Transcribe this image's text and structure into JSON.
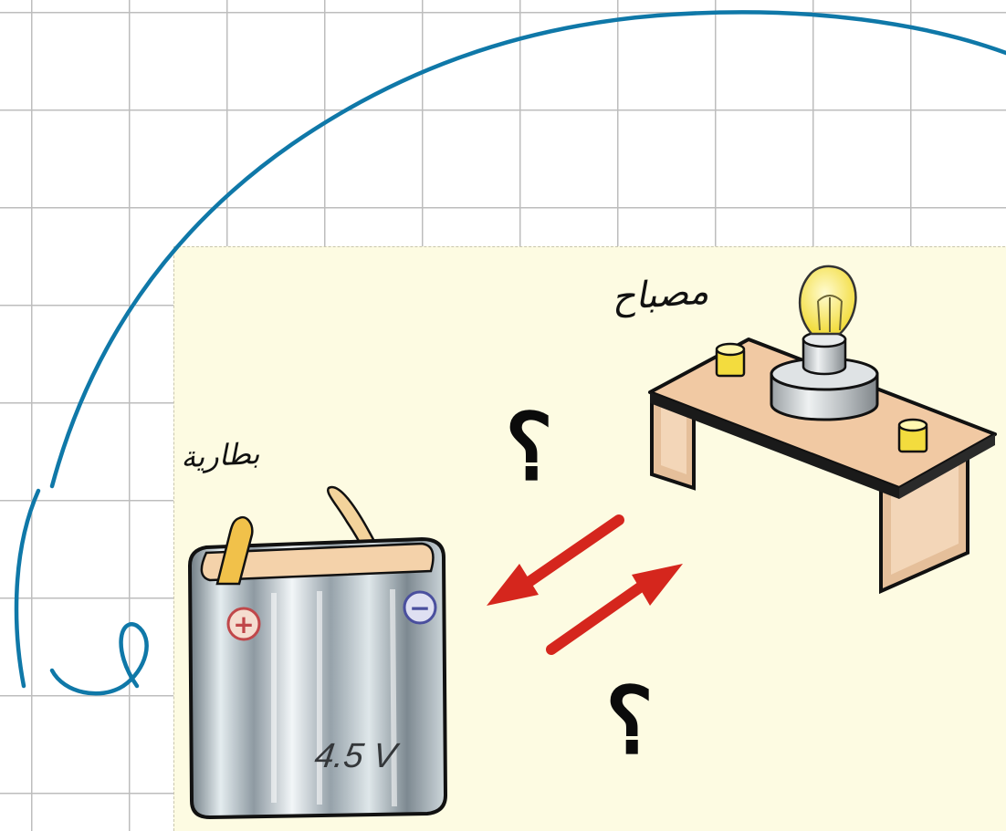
{
  "figure": {
    "lamp_label": "مصباح",
    "battery_label": "بطارية",
    "battery_voltage": "4.5 V",
    "battery_plus": "+",
    "battery_minus": "−",
    "question_mark_top": "؟",
    "question_mark_bottom": "؟"
  },
  "colors": {
    "grid": "#bdbdbd",
    "panel_background": "#fdfbe2",
    "annotation_ink": "#0f78a8",
    "arrow_red": "#d5261d",
    "bench_top": "#f1c9a3",
    "battery_metal": "#a8b3ba",
    "bulb_yellow": "#f4e24b"
  }
}
